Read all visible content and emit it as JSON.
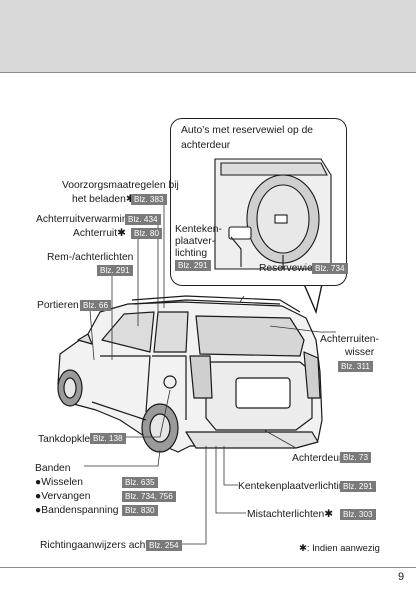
{
  "page_number": "9",
  "footnote": "✱: Indien aanwezig",
  "inset": {
    "title_line1": "Auto’s met reservewiel op de",
    "title_line2": "achterdeur",
    "plate_light": {
      "l1": "Kenteken-",
      "l2": "plaatver-",
      "l3": "lichting",
      "ref": "Blz. 291"
    },
    "spare_wheel": {
      "label": "Reservewiel",
      "ref": "Blz. 734"
    }
  },
  "callouts": {
    "precautions": {
      "l1": "Voorzorgsmaatregelen bij",
      "l2": "het beladen✱",
      "ref": "Blz. 383"
    },
    "defogger": {
      "label": "Achterruitverwarming",
      "ref": "Blz. 434"
    },
    "rear_window": {
      "label": "Achterruit✱",
      "ref": "Blz. 80"
    },
    "rear_lights": {
      "label": "Rem-/achterlichten",
      "ref": "Blz. 291"
    },
    "doors": {
      "label": "Portieren",
      "ref": "Blz. 66"
    },
    "wiper": {
      "l1": "Achterruiten-",
      "l2": "wisser",
      "ref": "Blz. 311"
    },
    "fuel_lid": {
      "label": "Tankdopklep",
      "ref": "Blz. 138"
    },
    "back_door": {
      "label": "Achterdeur",
      "ref": "Blz. 73"
    },
    "plate_light": {
      "label": "Kentekenplaatverlichting",
      "ref": "Blz. 291"
    },
    "fog_light": {
      "label": "Mistachterlichten✱",
      "ref": "Blz. 303"
    },
    "turn_signals": {
      "label": "Richtingaanwijzers achter",
      "ref": "Blz. 254"
    }
  },
  "tires": {
    "title": "Banden",
    "items": [
      {
        "label": "●Wisselen",
        "ref": "Blz. 635"
      },
      {
        "label": "●Vervangen",
        "ref": "Blz. 734, 756"
      },
      {
        "label": "●Bandenspanning",
        "ref": "Blz. 830"
      }
    ]
  }
}
